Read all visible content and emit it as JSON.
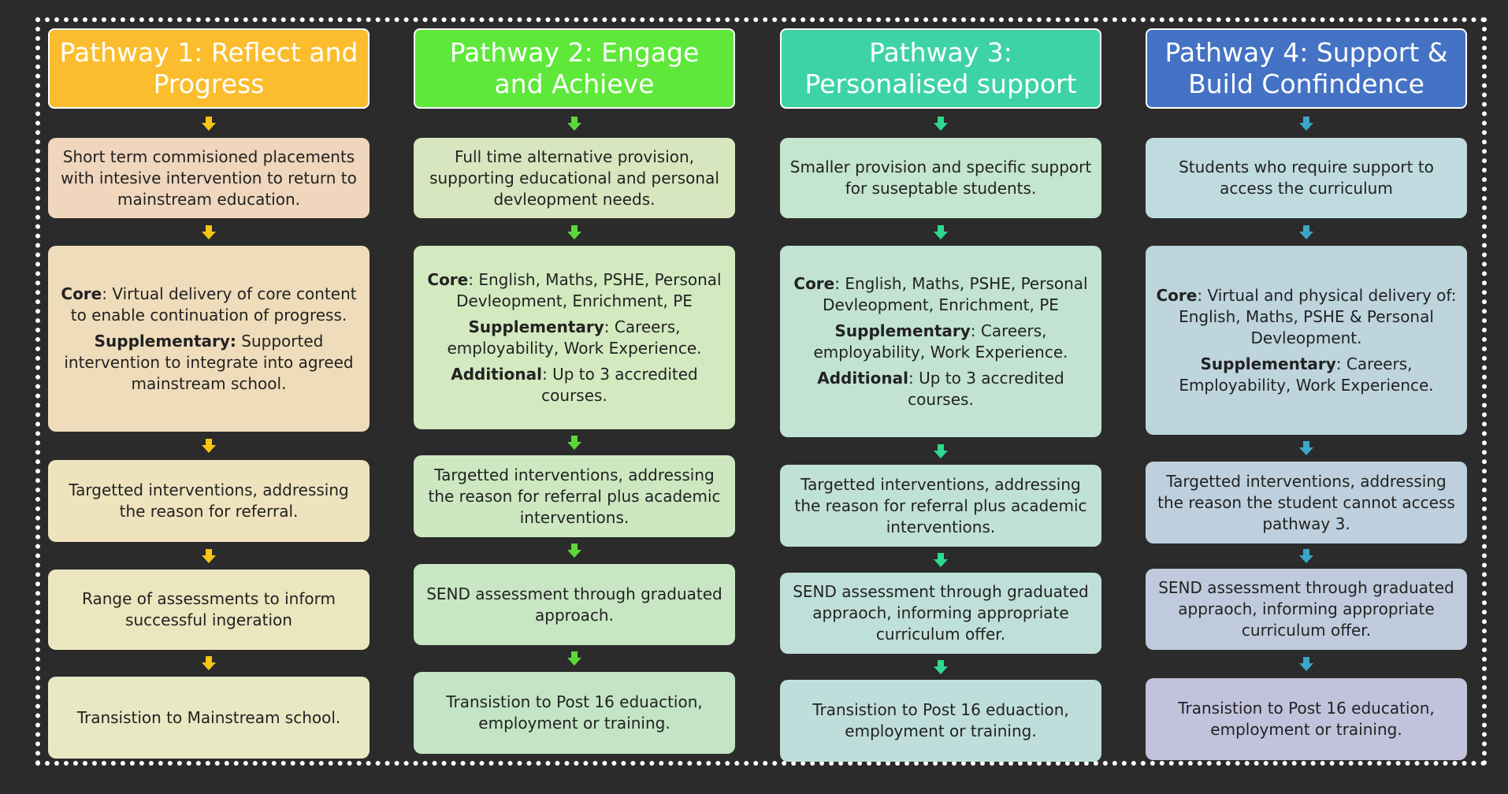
{
  "pathways": [
    {
      "title": "Pathway 1: Reflect and Progress",
      "header_color": "#fbbd2d",
      "arrow_color": "#f5c518",
      "box_colors": [
        "#efd6bc",
        "#efdcba",
        "#eee3bd",
        "#ebe6be",
        "#e8e8c3"
      ],
      "steps": [
        {
          "parts": [
            {
              "label": "",
              "text": "Short term  commisioned placements with intesive intervention to return to mainstream education."
            }
          ]
        },
        {
          "parts": [
            {
              "label": "Core",
              "text": ": Virtual delivery of core content to enable continuation of progress."
            },
            {
              "label": "Supplementary:",
              "text": " Supported intervention to integrate into agreed mainstream school."
            }
          ]
        },
        {
          "parts": [
            {
              "label": "",
              "text": "Targetted  interventions, addressing the reason for referral."
            }
          ]
        },
        {
          "parts": [
            {
              "label": "",
              "text": "Range of assessments to inform successful ingeration"
            }
          ]
        },
        {
          "parts": [
            {
              "label": "",
              "text": "Transistion to Mainstream school."
            }
          ]
        }
      ]
    },
    {
      "title": "Pathway 2: Engage and Achieve",
      "header_color": "#5ee83a",
      "arrow_color": "#5cd93a",
      "box_colors": [
        "#d8e6bf",
        "#d3eac0",
        "#cde8c1",
        "#c8e6c3",
        "#c3e5c5"
      ],
      "steps": [
        {
          "parts": [
            {
              "label": "",
              "text": "Full time alternative provision, supporting educational and personal devleopment  needs."
            }
          ]
        },
        {
          "parts": [
            {
              "label": "Core",
              "text": ": English, Maths, PSHE, Personal Devleopment,  Enrichment, PE"
            },
            {
              "label": "Supplementary",
              "text": ": Careers, employability, Work Experience."
            },
            {
              "label": "Additional",
              "text": ":  Up to 3 accredited courses."
            }
          ]
        },
        {
          "parts": [
            {
              "label": "",
              "text": "Targetted  interventions, addressing the reason for referral plus academic interventions."
            }
          ]
        },
        {
          "parts": [
            {
              "label": "",
              "text": "SEND assessment through graduated approach."
            }
          ]
        },
        {
          "parts": [
            {
              "label": "",
              "text": "Transistion to Post 16 eduaction, employment  or training."
            }
          ]
        }
      ]
    },
    {
      "title": "Pathway 3: Personalised support",
      "header_color": "#3ed3a5",
      "arrow_color": "#2fd88e",
      "box_colors": [
        "#c4e5ce",
        "#c2e3d3",
        "#c0e1d6",
        "#bfe0d8",
        "#bfdedb"
      ],
      "steps": [
        {
          "parts": [
            {
              "label": "",
              "text": "Smaller provision and specific support for suseptable students."
            }
          ]
        },
        {
          "parts": [
            {
              "label": "Core",
              "text": ": English, Maths, PSHE, Personal Devleopment,  Enrichment, PE"
            },
            {
              "label": "Supplementary",
              "text": ": Careers, employability, Work Experience."
            },
            {
              "label": "Additional",
              "text": ":  Up to 3 accredited courses."
            }
          ]
        },
        {
          "parts": [
            {
              "label": "",
              "text": "Targetted  interventions, addressing the reason for referral plus academic interventions."
            }
          ]
        },
        {
          "parts": [
            {
              "label": "",
              "text": "SEND assessment through graduated appraoch, informing appropriate curriculum offer."
            }
          ]
        },
        {
          "parts": [
            {
              "label": "",
              "text": "Transistion to Post 16 eduaction, employment  or training."
            }
          ]
        }
      ]
    },
    {
      "title": "Pathway 4: Support & Build Confindence",
      "header_color": "#4472c4",
      "arrow_color": "#3aa6c8",
      "box_colors": [
        "#bfdbdf",
        "#bed5de",
        "#bed0dd",
        "#bfcbdc",
        "#c2c2dd"
      ],
      "steps": [
        {
          "parts": [
            {
              "label": "",
              "text": "Students  who  require support to access the curriculum"
            }
          ]
        },
        {
          "parts": [
            {
              "label": "Core",
              "text": ": Virtual and physical delivery of: English, Maths, PSHE & Personal Devleopment."
            },
            {
              "label": "Supplementary",
              "text": ": Careers, Employability, Work Experience."
            }
          ]
        },
        {
          "parts": [
            {
              "label": "",
              "text": "Targetted  interventions, addressing the reason the student cannot access pathway 3."
            }
          ]
        },
        {
          "parts": [
            {
              "label": "",
              "text": "SEND assessment through graduated appraoch, informing appropriate curriculum offer."
            }
          ]
        },
        {
          "parts": [
            {
              "label": "",
              "text": "Transistion to Post 16 education, employment  or training."
            }
          ]
        }
      ]
    }
  ]
}
